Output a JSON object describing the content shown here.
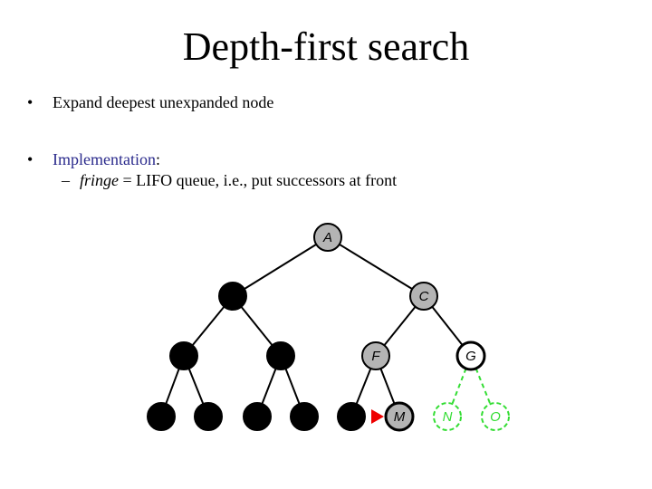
{
  "slide": {
    "title": "Depth-first search",
    "bullets": [
      {
        "marker": "•",
        "text": "Expand deepest unexpanded node"
      },
      {
        "marker": "•",
        "label": "Implementation",
        "colon": ":"
      }
    ],
    "sub_bullet": {
      "marker": "–",
      "term": "fringe",
      "text": " = LIFO queue, i.e., put successors at front"
    }
  },
  "tree": {
    "colors": {
      "visited": "#000000",
      "frontier": "#b4b4b4",
      "outline": "#000000",
      "unexplored": "#33dd33",
      "current_marker": "#ee0000"
    },
    "nodes": [
      {
        "id": "A",
        "label": "A",
        "state": "frontier"
      },
      {
        "id": "B",
        "label": "",
        "state": "visited"
      },
      {
        "id": "C",
        "label": "C",
        "state": "frontier"
      },
      {
        "id": "D",
        "label": "",
        "state": "visited"
      },
      {
        "id": "E",
        "label": "",
        "state": "visited"
      },
      {
        "id": "F",
        "label": "F",
        "state": "frontier"
      },
      {
        "id": "G",
        "label": "G",
        "state": "outlined"
      },
      {
        "id": "H",
        "label": "",
        "state": "visited"
      },
      {
        "id": "I",
        "label": "",
        "state": "visited"
      },
      {
        "id": "J",
        "label": "",
        "state": "visited"
      },
      {
        "id": "K",
        "label": "",
        "state": "visited"
      },
      {
        "id": "L",
        "label": "",
        "state": "visited"
      },
      {
        "id": "M",
        "label": "M",
        "state": "current"
      },
      {
        "id": "N",
        "label": "N",
        "state": "unexplored"
      },
      {
        "id": "O",
        "label": "O",
        "state": "unexplored"
      }
    ],
    "edges": [
      [
        "A",
        "B",
        "solid"
      ],
      [
        "A",
        "C",
        "solid"
      ],
      [
        "B",
        "D",
        "solid"
      ],
      [
        "B",
        "E",
        "solid"
      ],
      [
        "C",
        "F",
        "solid"
      ],
      [
        "C",
        "G",
        "solid"
      ],
      [
        "D",
        "H",
        "solid"
      ],
      [
        "D",
        "I",
        "solid"
      ],
      [
        "E",
        "J",
        "solid"
      ],
      [
        "E",
        "K",
        "solid"
      ],
      [
        "F",
        "L",
        "solid"
      ],
      [
        "F",
        "M",
        "solid"
      ],
      [
        "G",
        "N",
        "dashed"
      ],
      [
        "G",
        "O",
        "dashed"
      ]
    ]
  }
}
